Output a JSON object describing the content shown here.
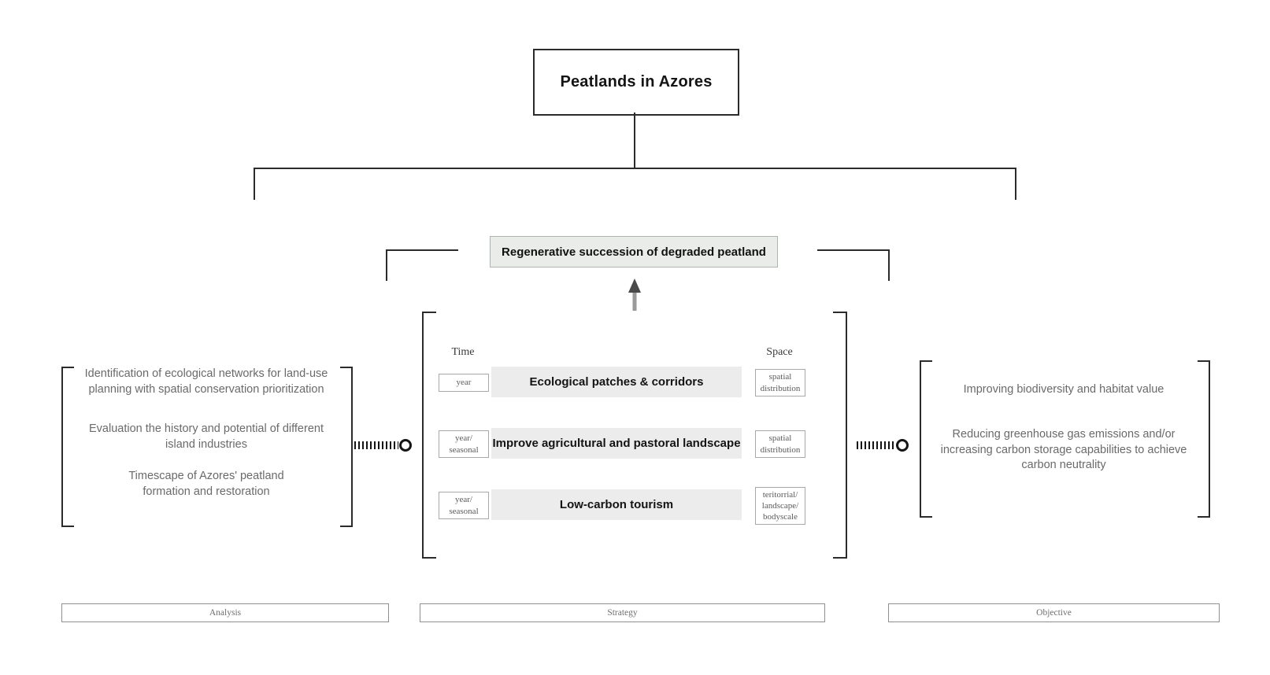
{
  "title": "Peatlands in Azores",
  "strategy_header": "Regenerative succession of degraded peatland",
  "columns": {
    "time_label": "Time",
    "space_label": "Space"
  },
  "rows": [
    {
      "time": "year",
      "strategy": "Ecological patches & corridors",
      "space": "spatial\ndistribution"
    },
    {
      "time": "year/\nseasonal",
      "strategy": "Improve agricultural and pastoral landscape",
      "space": "spatial\ndistribution"
    },
    {
      "time": "year/\nseasonal",
      "strategy": "Low-carbon tourism",
      "space": "teritorrial/\nlandscape/\nbodyscale"
    }
  ],
  "analysis": {
    "items": [
      "Identification of ecological networks for land-use\nplanning with spatial conservation prioritization",
      "Evaluation the history and potential of different\nisland industries",
      "Timescape of Azores' peatland\nformation and restoration"
    ],
    "footer": "Analysis"
  },
  "objective": {
    "items": [
      "Improving biodiversity and habitat value",
      "Reducing greenhouse gas emissions and/or\nincreasing carbon storage capabilities to achieve\ncarbon neutrality"
    ],
    "footer": "Objective"
  },
  "strategy_footer": "Strategy",
  "icons": {
    "up_arrow": "up-arrow",
    "circle_node": "circle-node",
    "dotted_link": "tick-dashed-line"
  },
  "colors": {
    "line": "#2b2b2b",
    "header_fill": "#e9ece9",
    "row_fill": "#ececec",
    "muted_text": "#6a6a6a",
    "chip_border": "#a8a8a8",
    "arrow_head": "#4a4a4a",
    "arrow_stem": "#9a9a9a"
  }
}
